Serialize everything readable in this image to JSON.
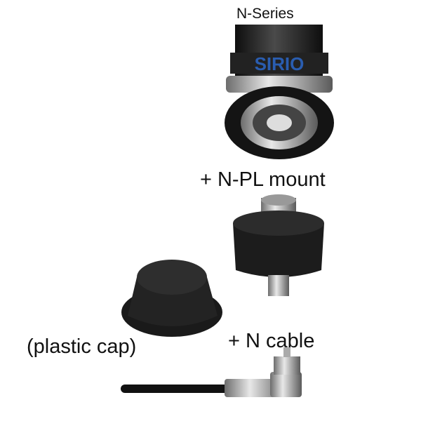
{
  "labels": {
    "series": "N-Series",
    "mount": "+ N-PL  mount",
    "cap": "(plastic cap)",
    "cable": "+ N cable"
  },
  "logo_text": "SIRIO",
  "colors": {
    "brand_blue": "#2a5db0",
    "rubber": "#1c1c1c",
    "metal": "#b8b8b8"
  }
}
